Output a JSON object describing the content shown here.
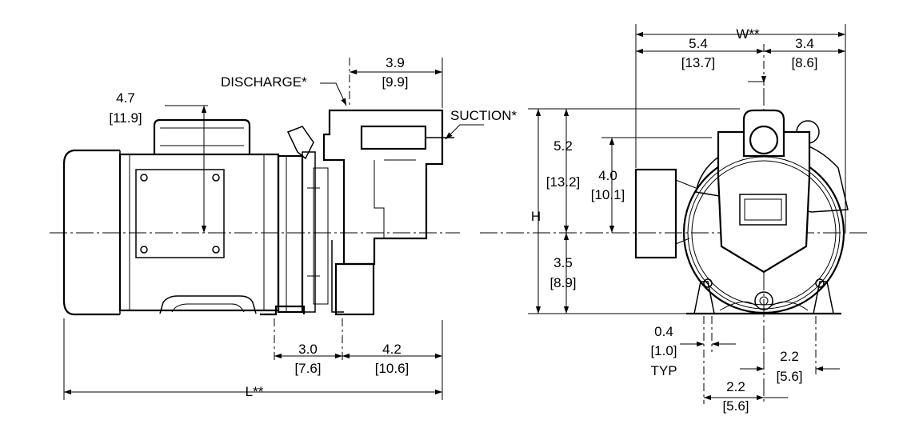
{
  "labels": {
    "discharge": "DISCHARGE*",
    "suction": "SUCTION*",
    "h": "H",
    "l": "L**",
    "w": "W**",
    "typ": "TYP"
  },
  "side_view": {
    "d_3_9": "3.9",
    "d_3_9_mm": "[9.9]",
    "d_4_7": "4.7",
    "d_4_7_mm": "[11.9]",
    "d_3_0": "3.0",
    "d_3_0_mm": "[7.6]",
    "d_4_2": "4.2",
    "d_4_2_mm": "[10.6]"
  },
  "end_view": {
    "d_5_4": "5.4",
    "d_5_4_mm": "[13.7]",
    "d_3_4": "3.4",
    "d_3_4_mm": "[8.6]",
    "d_5_2": "5.2",
    "d_5_2_mm": "[13.2]",
    "d_4_0": "4.0",
    "d_4_0_mm": "[10.1]",
    "d_3_5": "3.5",
    "d_3_5_mm": "[8.9]",
    "d_0_4": "0.4",
    "d_0_4_mm": "[1.0]",
    "d_2_2a": "2.2",
    "d_2_2a_mm": "[5.6]",
    "d_2_2b": "2.2",
    "d_2_2b_mm": "[5.6]"
  }
}
